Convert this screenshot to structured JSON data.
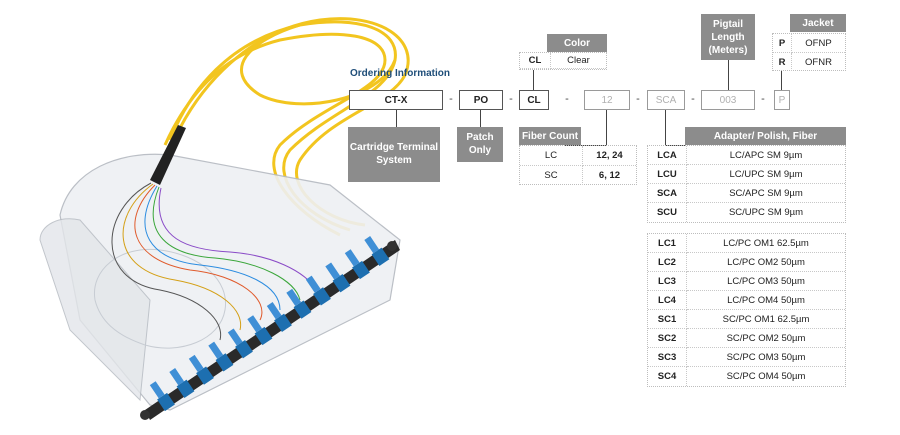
{
  "ordering_title": "Ordering Information",
  "part_boxes": [
    "CT-X",
    "PO",
    "CL",
    "12",
    "SCA",
    "003",
    "P"
  ],
  "dashes": [
    "-",
    "-",
    "-",
    "-",
    "-",
    "-"
  ],
  "callouts": {
    "cartridge": "Cartridge Terminal System",
    "patch": "Patch Only"
  },
  "color": {
    "header": "Color",
    "rows": [
      {
        "code": "CL",
        "desc": "Clear"
      }
    ]
  },
  "fiber_count": {
    "header": "Fiber Count",
    "rows": [
      {
        "code": "LC",
        "desc": "12, 24"
      },
      {
        "code": "SC",
        "desc": "6, 12"
      }
    ]
  },
  "pigtail": {
    "header": "Pigtail Length (Meters)"
  },
  "jacket": {
    "header": "Jacket",
    "rows": [
      {
        "code": "P",
        "desc": "OFNP"
      },
      {
        "code": "R",
        "desc": "OFNR"
      }
    ]
  },
  "adapter": {
    "header": "Adapter/ Polish, Fiber",
    "group1": [
      {
        "code": "LCA",
        "desc": "LC/APC SM 9µm"
      },
      {
        "code": "LCU",
        "desc": "LC/UPC SM 9µm"
      },
      {
        "code": "SCA",
        "desc": "SC/APC SM 9µm"
      },
      {
        "code": "SCU",
        "desc": "SC/UPC SM 9µm"
      }
    ],
    "group2": [
      {
        "code": "LC1",
        "desc": "LC/PC OM1 62.5µm"
      },
      {
        "code": "LC2",
        "desc": "LC/PC OM2 50µm"
      },
      {
        "code": "LC3",
        "desc": "LC/PC OM3 50µm"
      },
      {
        "code": "LC4",
        "desc": "LC/PC OM4 50µm"
      },
      {
        "code": "SC1",
        "desc": "SC/PC OM1 62.5µm"
      },
      {
        "code": "SC2",
        "desc": "SC/PC OM2 50µm"
      },
      {
        "code": "SC3",
        "desc": "SC/PC OM3 50µm"
      },
      {
        "code": "SC4",
        "desc": "SC/PC OM4 50µm"
      }
    ]
  },
  "colors": {
    "header_gray": "#8c8c8c",
    "title_blue": "#1f4e79",
    "cable_yellow": "#f2c51f",
    "adapter_blue": "#1d6fb0"
  },
  "product_image": "fiber-cartridge-photo"
}
